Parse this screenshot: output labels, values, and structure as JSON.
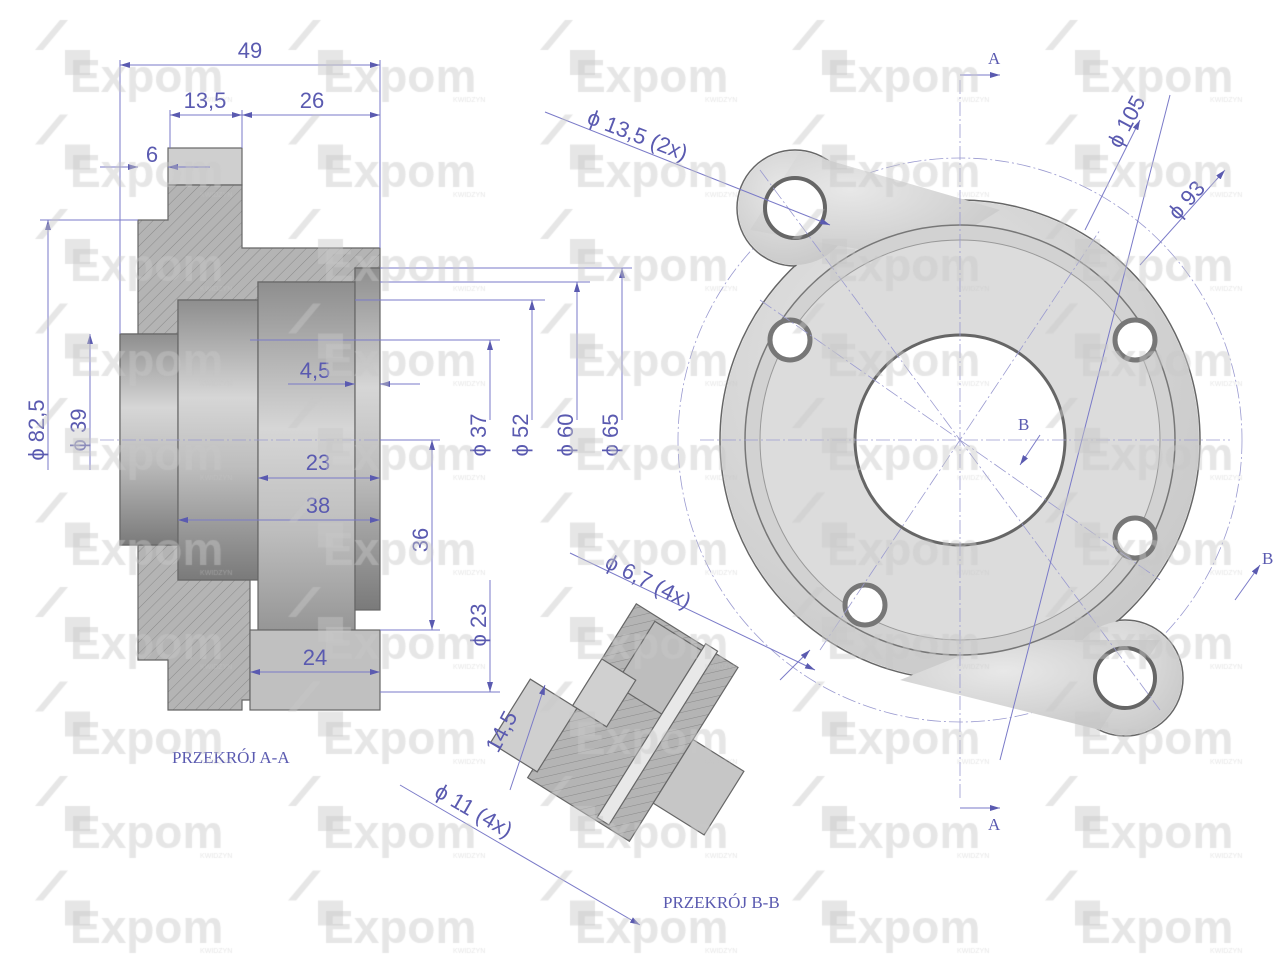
{
  "watermark": {
    "brand": "Expom",
    "sub": "KWIDZYN"
  },
  "colors": {
    "dimension": "#5a5ab0",
    "part": "#c8c8c8",
    "hatch": "#9a9a9a"
  },
  "section_a": {
    "caption": "PRZEKRÓJ A-A",
    "dims": {
      "d49": "49",
      "d13_5": "13,5",
      "d26": "26",
      "d6": "6",
      "phi82_5": "ϕ 82,5",
      "phi39": "ϕ 39",
      "d4_5": "4,5",
      "d23": "23",
      "d38": "38",
      "d36": "36",
      "d24": "24",
      "phi37": "ϕ 37",
      "phi52": "ϕ 52",
      "phi60": "ϕ 60",
      "phi65": "ϕ 65",
      "phi23": "ϕ 23"
    }
  },
  "front_view": {
    "phi13_5": "ϕ 13,5 (2x)",
    "phi105": "ϕ 105",
    "phi93": "ϕ 93",
    "cut_a_top": "A",
    "cut_a_bottom": "A",
    "cut_b_left": "B",
    "cut_b_right": "B"
  },
  "section_b": {
    "caption": "PRZEKRÓJ B-B",
    "dims": {
      "phi6_7": "ϕ 6,7 (4x)",
      "d14_5": "14,5",
      "phi11": "ϕ 11 (4x)"
    }
  }
}
